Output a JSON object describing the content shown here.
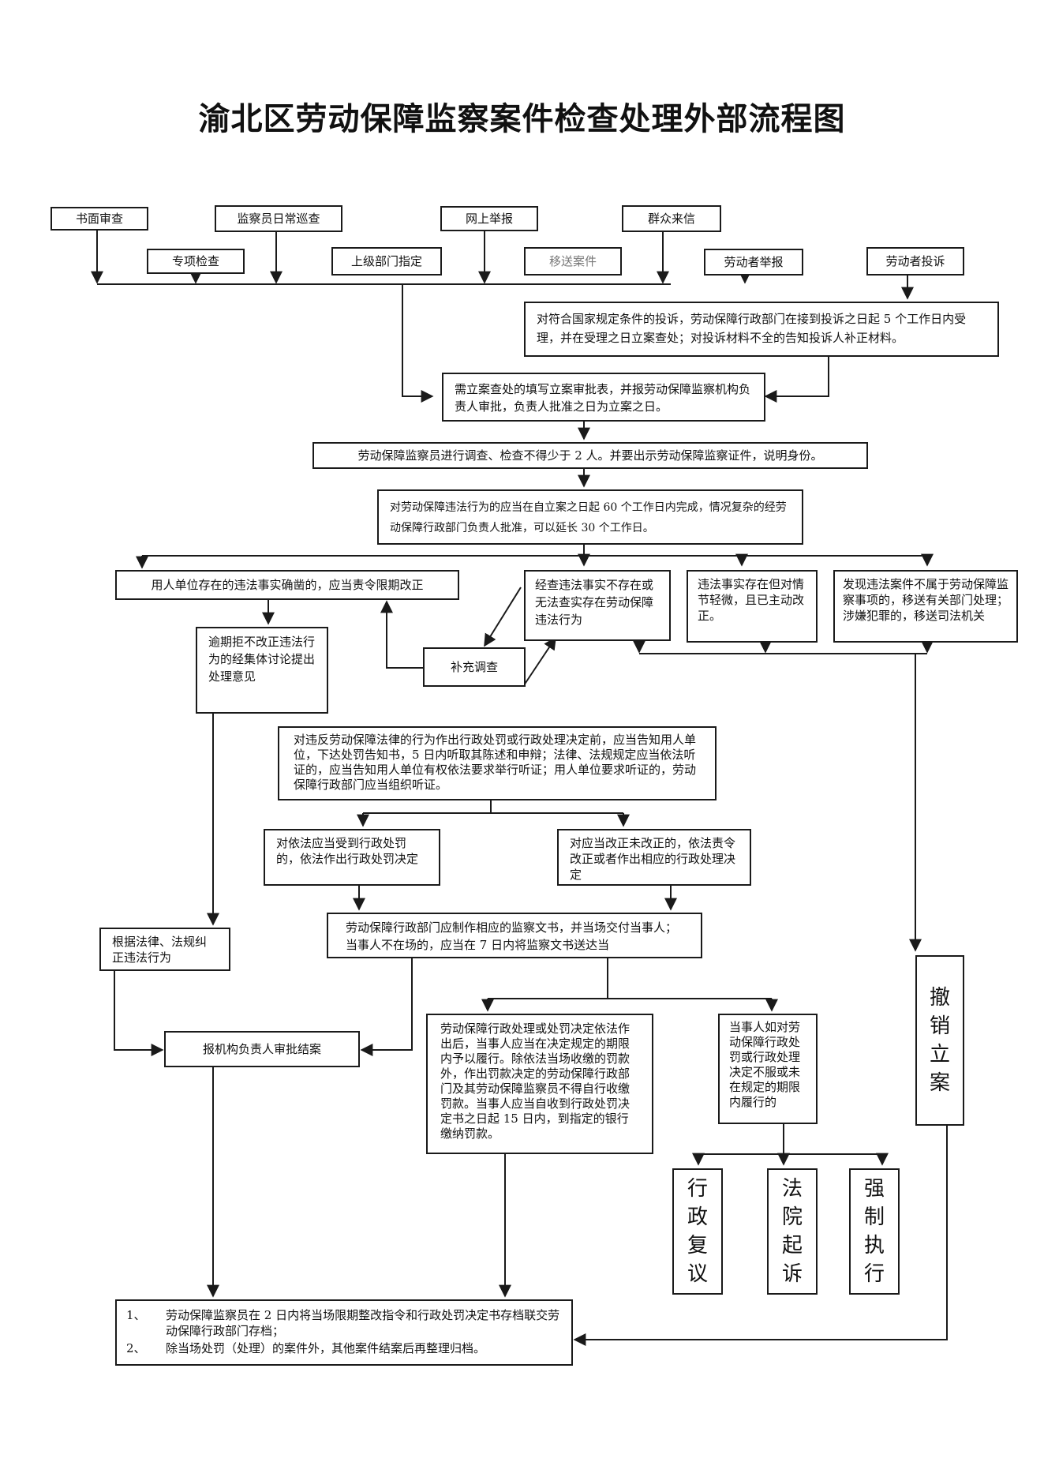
{
  "title": "渝北区劳动保障监察案件检查处理外部流程图",
  "sources": {
    "written_review": "书面审查",
    "special_inspection": "专项检查",
    "daily_patrol": "监察员日常巡查",
    "superior_assigned": "上级部门指定",
    "online_report": "网上举报",
    "transferred_case": "移送案件",
    "public_letters": "群众来信",
    "worker_report": "劳动者举报",
    "worker_complaint": "劳动者投诉"
  },
  "complaint_acceptance": "对符合国家规定条件的投诉，劳动保障行政部门在接到投诉之日起 5 个工作日内受理，并在受理之日立案查处；对投诉材料不全的告知投诉人补正材料。",
  "case_approval": "需立案查处的填写立案审批表，并报劳动保障监察机构负责人审批，负责人批准之日为立案之日。",
  "investigation": "劳动保障监察员进行调查、检查不得少于 2 人。并要出示劳动保障监察证件，说明身份。",
  "deadline": "对劳动保障违法行为的应当在自立案之日起 60 个工作日内完成，情况复杂的经劳动保障行政部门负责人批准，可以延长 30 个工作日。",
  "branches": {
    "order_correction": "用人单位存在的违法事实确凿的，应当责令限期改正",
    "no_violation": "经查违法事实不存在或无法查实存在劳动保障违法行为",
    "minor_corrected": "违法事实存在但对情节轻微，且已主动改正。",
    "not_in_scope": "发现违法案件不属于劳动保障监察事项的，移送有关部门处理；涉嫌犯罪的，移送司法机关"
  },
  "supplementary_investigation": "补充调查",
  "overdue_refusal": "逾期拒不改正违法行为的经集体讨论提出处理意见",
  "notify_hearing": "对违反劳动保障法律的行为作出行政处罚或行政处理决定前，应当告知用人单位，下达处罚告知书，5 日内听取其陈述和申辩；法律、法规规定应当依法听证的，应当告知用人单位有权依法要求举行听证；用人单位要求听证的，劳动保障行政部门应当组织听证。",
  "penalty_decision": "对依法应当受到行政处罚的，依法作出行政处罚决定",
  "correction_decision": "对应当改正未改正的，依法责令改正或者作出相应的行政处理决定",
  "correct_per_law": "根据法律、法规纠正违法行为",
  "issue_documents": "劳动保障行政部门应制作相应的监察文书，并当场交付当事人；当事人不在场的，应当在 7 日内将监察文书送达当",
  "revoke_case": "撤销立案",
  "close_case": "报机构负责人审批结案",
  "fulfil_penalty": "劳动保障行政处理或处罚决定依法作出后，当事人应当在决定规定的期限内予以履行。除依法当场收缴的罚款外，作出罚款决定的劳动保障行政部门及其劳动保障监察员不得自行收缴罚款。当事人应当自收到行政处罚决定书之日起 15 日内，到指定的银行缴纳罚款。",
  "party_refuses": "当事人如对劳动保障行政处罚或行政处理决定不服或未在规定的期限内履行的",
  "remedies": {
    "admin_review": "行政复议",
    "court_suit": "法院起诉",
    "enforcement": "强制执行"
  },
  "archive": {
    "n1": "1、",
    "item1": "劳动保障监察员在 2 日内将当场限期整改指令和行政处罚决定书存档联交劳动保障行政部门存档；",
    "n2": "2、",
    "item2": "除当场处罚（处理）的案件外，其他案件结案后再整理归档。"
  }
}
